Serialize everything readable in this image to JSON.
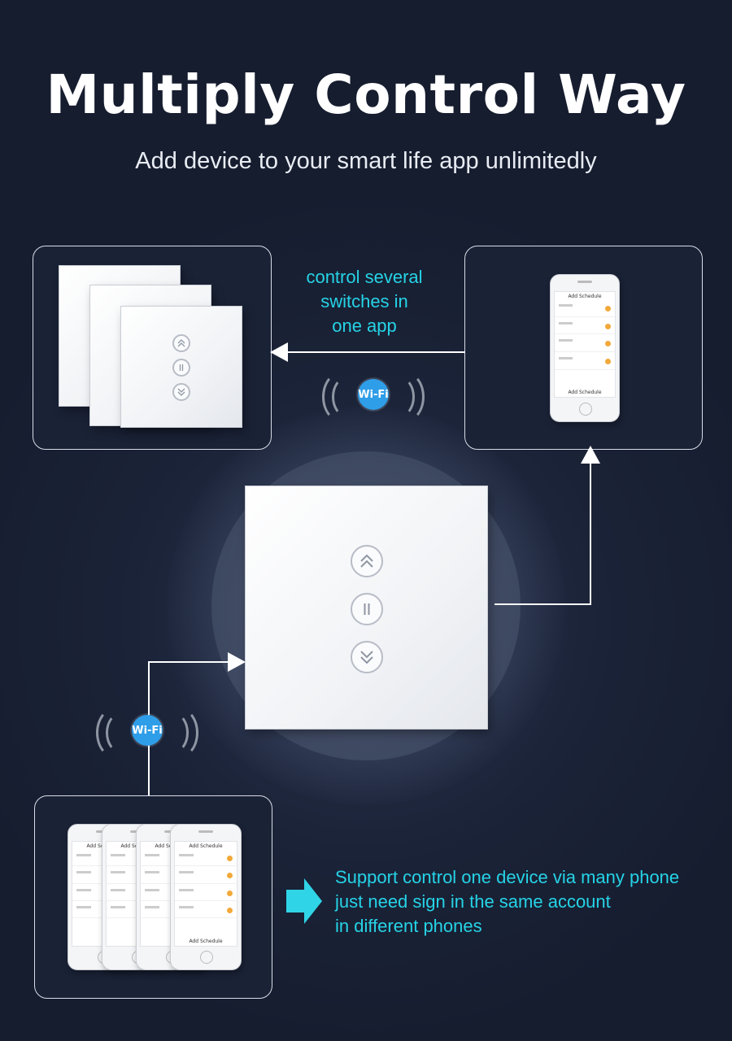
{
  "header": {
    "title": "Multiply Control Way",
    "subtitle": "Add device to your smart life app unlimitedly"
  },
  "callouts": {
    "top": [
      "control several",
      "switches in",
      "one app"
    ],
    "bottom": [
      "Support control one device via many phone",
      "just need sign in the same account",
      "in different phones"
    ]
  },
  "wifi_badge": "Wi-Fi",
  "phone_screen": {
    "title": "Add Schedule",
    "footer_button": "Add Schedule"
  },
  "colors": {
    "accent_cyan": "#26d3e6",
    "wifi_blue": "#2f9ee8",
    "background": "#1b2338",
    "schedule_toggle": "#f3a93a"
  },
  "icons": [
    "chevron-up-icon",
    "pause-icon",
    "chevron-down-icon",
    "wifi-icon",
    "arrow-right-icon"
  ]
}
